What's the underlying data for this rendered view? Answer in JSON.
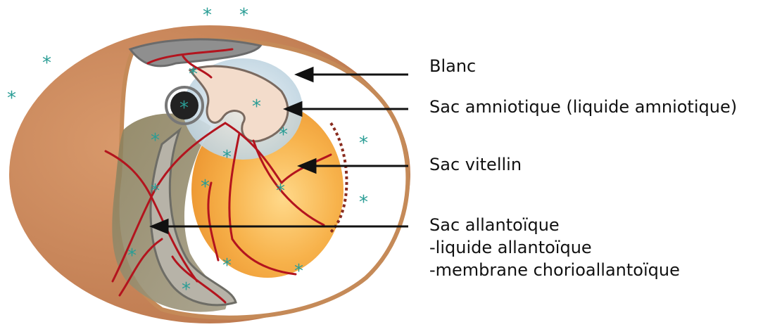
{
  "labels": {
    "blanc": "Blanc",
    "sac_amniotique": "Sac amniotique (liquide amniotique)",
    "sac_vitellin": "Sac vitellin",
    "sac_allantoique": "Sac allantoïque",
    "liquide_allantoique": "-liquide allantoïque",
    "membrane": "-membrane chorioallantoïque"
  },
  "marker_symbol": "*",
  "colors": {
    "shell": "#c7865b",
    "shell_rim": "#d79a6c",
    "albumen": "#ffffff",
    "yolk": "#f6b555",
    "vessels": "#b3141e",
    "allantois": "#8e8a78",
    "amnion": "#c9dce7",
    "marker": "#2a9d95",
    "arrow": "#111111"
  }
}
